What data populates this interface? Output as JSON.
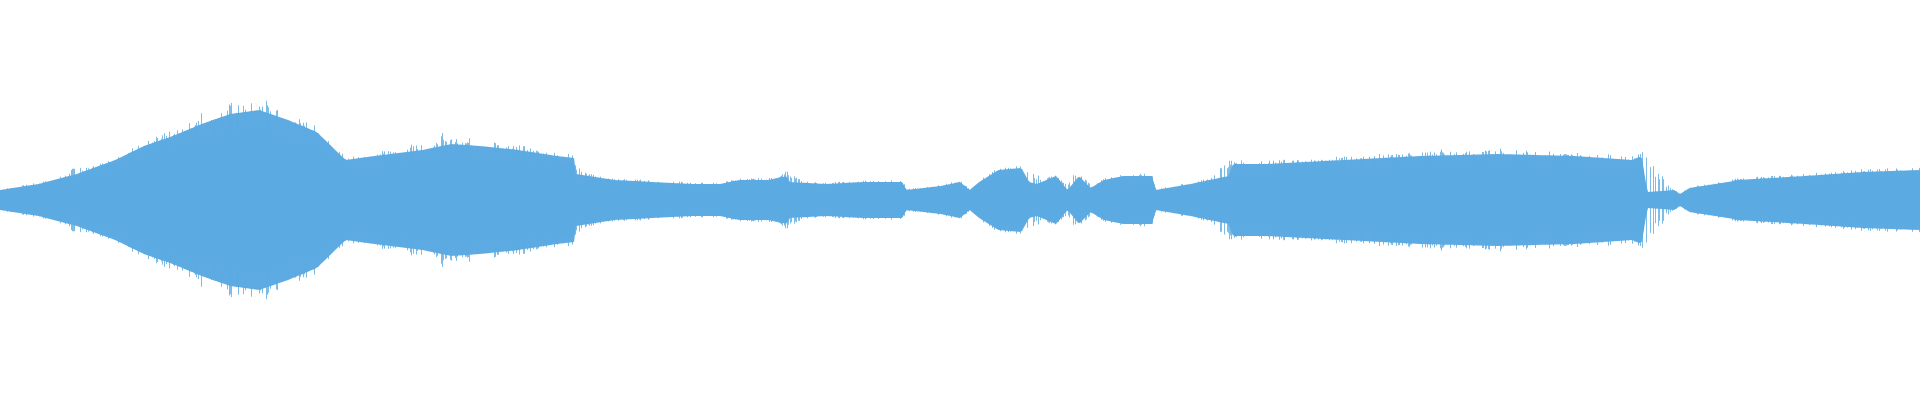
{
  "waveform": {
    "color": "#5DABE2",
    "background": "#FFFFFF",
    "amplitude_envelope": [
      [
        0.0,
        0.05
      ],
      [
        0.02,
        0.08
      ],
      [
        0.04,
        0.13
      ],
      [
        0.06,
        0.2
      ],
      [
        0.075,
        0.27
      ],
      [
        0.09,
        0.32
      ],
      [
        0.105,
        0.38
      ],
      [
        0.12,
        0.43
      ],
      [
        0.135,
        0.45
      ],
      [
        0.15,
        0.4
      ],
      [
        0.165,
        0.34
      ],
      [
        0.18,
        0.2
      ],
      [
        0.195,
        0.22
      ],
      [
        0.22,
        0.25
      ],
      [
        0.235,
        0.28
      ],
      [
        0.25,
        0.27
      ],
      [
        0.27,
        0.25
      ],
      [
        0.29,
        0.22
      ],
      [
        0.299,
        0.21
      ],
      [
        0.3,
        0.13
      ],
      [
        0.32,
        0.1
      ],
      [
        0.34,
        0.09
      ],
      [
        0.36,
        0.08
      ],
      [
        0.375,
        0.08
      ],
      [
        0.385,
        0.1
      ],
      [
        0.4,
        0.1
      ],
      [
        0.41,
        0.12
      ],
      [
        0.411,
        0.09
      ],
      [
        0.43,
        0.08
      ],
      [
        0.45,
        0.09
      ],
      [
        0.47,
        0.09
      ],
      [
        0.472,
        0.05
      ],
      [
        0.49,
        0.07
      ],
      [
        0.5,
        0.09
      ],
      [
        0.505,
        0.05
      ],
      [
        0.51,
        0.09
      ],
      [
        0.52,
        0.15
      ],
      [
        0.532,
        0.16
      ],
      [
        0.536,
        0.09
      ],
      [
        0.54,
        0.08
      ],
      [
        0.55,
        0.12
      ],
      [
        0.556,
        0.05
      ],
      [
        0.562,
        0.12
      ],
      [
        0.568,
        0.06
      ],
      [
        0.575,
        0.1
      ],
      [
        0.585,
        0.12
      ],
      [
        0.6,
        0.12
      ],
      [
        0.602,
        0.05
      ],
      [
        0.62,
        0.08
      ],
      [
        0.64,
        0.12
      ],
      [
        0.642,
        0.18
      ],
      [
        0.66,
        0.18
      ],
      [
        0.7,
        0.2
      ],
      [
        0.74,
        0.22
      ],
      [
        0.78,
        0.23
      ],
      [
        0.82,
        0.22
      ],
      [
        0.85,
        0.2
      ],
      [
        0.855,
        0.22
      ],
      [
        0.858,
        0.04
      ],
      [
        0.872,
        0.05
      ],
      [
        0.875,
        0.03
      ],
      [
        0.88,
        0.06
      ],
      [
        0.9,
        0.09
      ],
      [
        0.905,
        0.1
      ],
      [
        0.94,
        0.12
      ],
      [
        0.97,
        0.14
      ],
      [
        1.0,
        0.15
      ]
    ],
    "spike_peaks": [
      [
        0.04,
        0.18
      ],
      [
        0.06,
        0.24
      ],
      [
        0.08,
        0.3
      ],
      [
        0.095,
        0.36
      ],
      [
        0.105,
        0.46
      ],
      [
        0.112,
        0.42
      ],
      [
        0.12,
        0.5
      ],
      [
        0.128,
        0.44
      ],
      [
        0.138,
        0.52
      ],
      [
        0.145,
        0.48
      ],
      [
        0.155,
        0.42
      ],
      [
        0.17,
        0.32
      ],
      [
        0.215,
        0.3
      ],
      [
        0.23,
        0.34
      ],
      [
        0.245,
        0.32
      ],
      [
        0.258,
        0.3
      ],
      [
        0.3,
        0.18
      ],
      [
        0.41,
        0.15
      ],
      [
        0.536,
        0.16
      ],
      [
        0.56,
        0.14
      ],
      [
        0.64,
        0.22
      ],
      [
        0.7,
        0.24
      ],
      [
        0.75,
        0.26
      ],
      [
        0.78,
        0.28
      ],
      [
        0.8,
        0.25
      ],
      [
        0.83,
        0.25
      ],
      [
        0.855,
        0.26
      ]
    ]
  }
}
